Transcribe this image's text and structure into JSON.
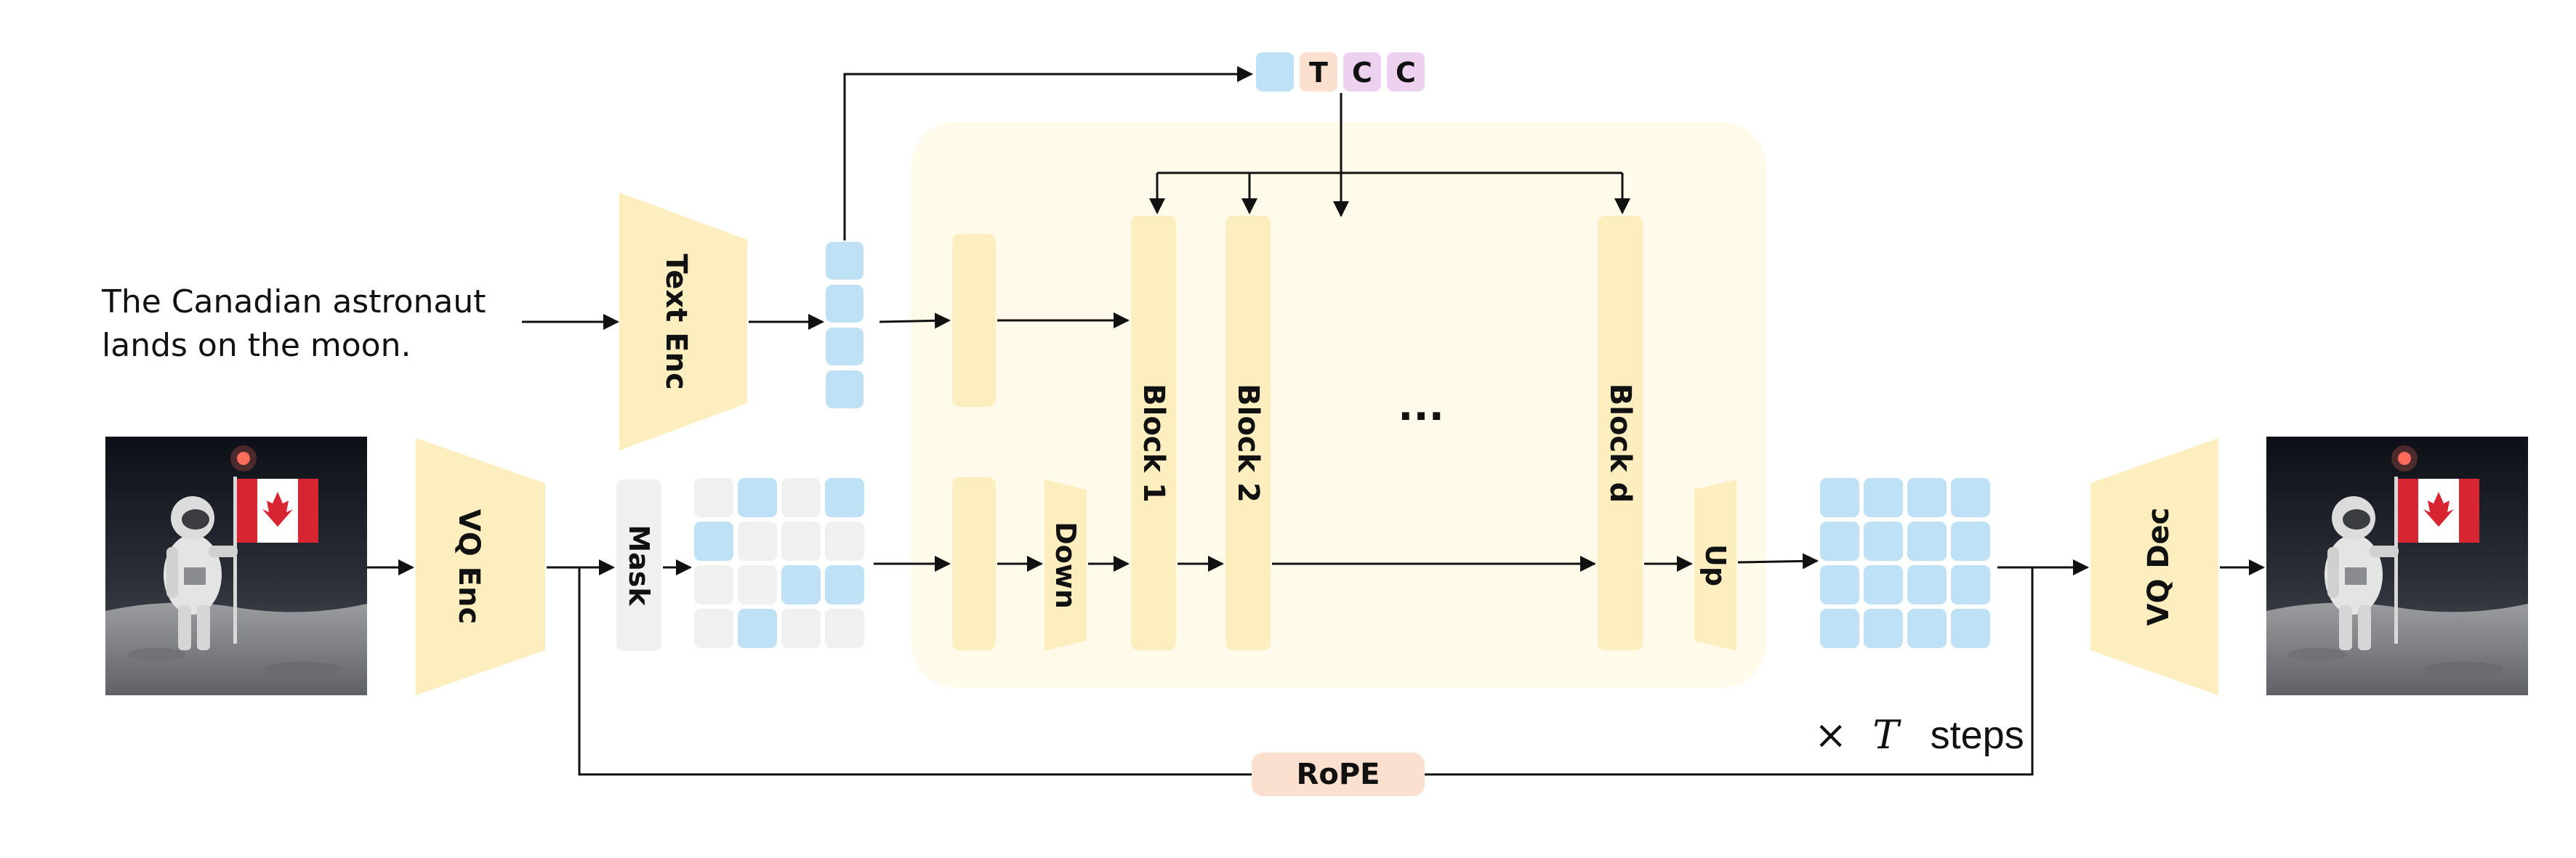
{
  "prompt": {
    "line1": "The Canadian astronaut",
    "line2": "lands on the moon."
  },
  "labels": {
    "text_enc": "Text Enc",
    "vq_enc": "VQ Enc",
    "vq_dec": "VQ Dec",
    "mask": "Mask",
    "down": "Down",
    "up": "Up",
    "block1": "Block 1",
    "block2": "Block 2",
    "blockd": "Block d",
    "ellipsis": "...",
    "rope": "RoPE",
    "steps_prefix": "×",
    "steps_var": "T",
    "steps_suffix": "steps"
  },
  "condition_tokens": [
    "",
    "T",
    "C",
    "C"
  ],
  "mask_grid": [
    [
      0,
      1,
      0,
      1
    ],
    [
      1,
      0,
      0,
      0
    ],
    [
      0,
      0,
      1,
      1
    ],
    [
      0,
      1,
      0,
      0
    ]
  ],
  "colors": {
    "module_fill": "#fdeebf",
    "backbone_bg": "#fffaea",
    "token_blue": "#bfe1f5",
    "token_peach": "#fbe0d0",
    "token_pink": "#ecd2ee",
    "mask_grey": "#f0f0f0",
    "arrow": "#111111"
  }
}
